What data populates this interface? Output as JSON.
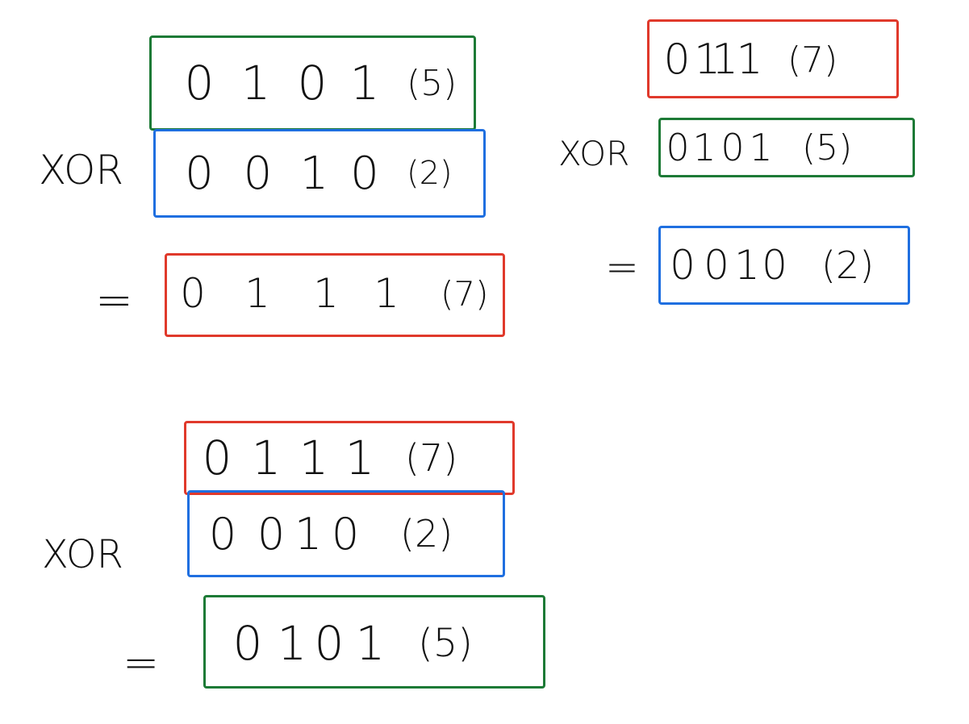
{
  "colors": {
    "red": "#e0392b",
    "green": "#1d7a36",
    "blue": "#1f6fe0",
    "ink": "#111111"
  },
  "ex1": {
    "row1": {
      "bits": [
        "0",
        "1",
        "0",
        "1"
      ],
      "dec": "(5)",
      "color": "green"
    },
    "op": "XOR",
    "row2": {
      "bits": [
        "0",
        "0",
        "1",
        "0"
      ],
      "dec": "(2)",
      "color": "blue"
    },
    "eq": "=",
    "result": {
      "bits": [
        "0",
        "1",
        "1",
        "1"
      ],
      "dec": "(7)",
      "color": "red"
    }
  },
  "ex2": {
    "row1": {
      "bits": [
        "0",
        "1",
        "1",
        "1"
      ],
      "dec": "(7)",
      "color": "red"
    },
    "op": "XOR",
    "row2": {
      "bits": [
        "0",
        "1",
        "0",
        "1"
      ],
      "dec": "(5)",
      "color": "green"
    },
    "eq": "=",
    "result": {
      "bits": [
        "0",
        "0",
        "1",
        "0"
      ],
      "dec": "(2)",
      "color": "blue"
    }
  },
  "ex3": {
    "row1": {
      "bits": [
        "0",
        "1",
        "1",
        "1"
      ],
      "dec": "(7)",
      "color": "red"
    },
    "op": "XOR",
    "row2": {
      "bits": [
        "0",
        "0",
        "1",
        "0"
      ],
      "dec": "(2)",
      "color": "blue"
    },
    "eq": "=",
    "result": {
      "bits": [
        "0",
        "1",
        "0",
        "1"
      ],
      "dec": "(5)",
      "color": "green"
    }
  }
}
